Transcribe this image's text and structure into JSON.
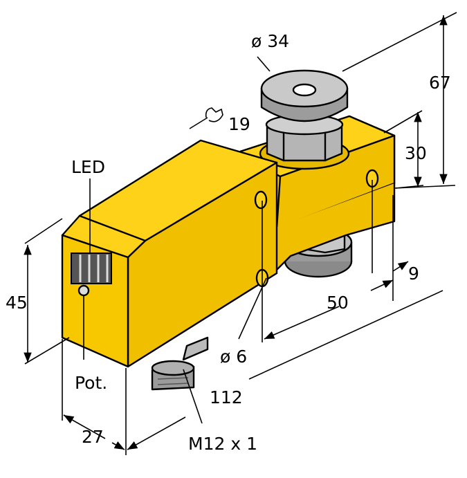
{
  "labels": {
    "led": "LED",
    "pot": "Pot.",
    "wrench": "19",
    "dia_top": "ø 34",
    "dim_67": "67",
    "dim_30": "30",
    "dim_45": "45",
    "dim_9": "9",
    "dim_50": "50",
    "dia_hole": "ø 6",
    "dim_112": "112",
    "dim_27": "27",
    "thread": "M12 x 1"
  },
  "colors": {
    "housing": "#f7c700",
    "housing_top": "#ffd21a",
    "housing_dark": "#e0ad00",
    "metal": "#bdbdbd",
    "metal_dark": "#7a7a7a"
  }
}
